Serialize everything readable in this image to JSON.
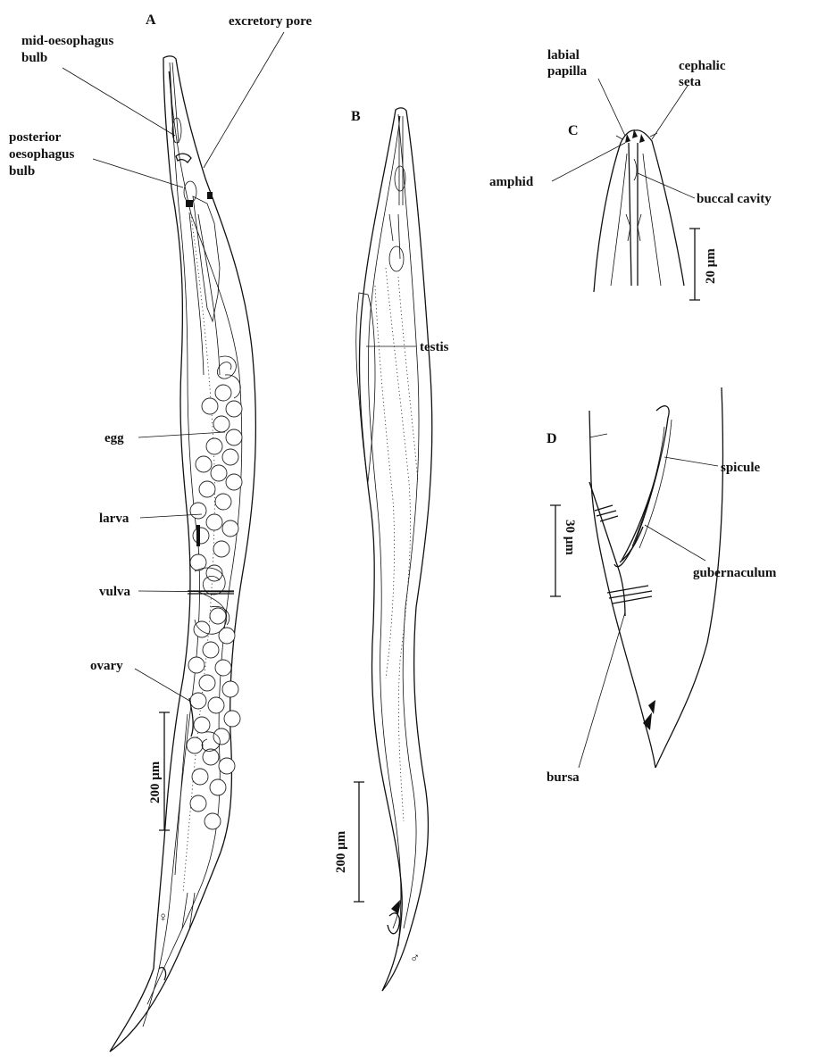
{
  "panels": {
    "a": "A",
    "b": "B",
    "c": "C",
    "d": "D"
  },
  "labels": {
    "excretory_pore": "excretory pore",
    "mid_oesophagus_1": "mid-oesophagus",
    "mid_oesophagus_2": "bulb",
    "posterior_1": "posterior",
    "posterior_2": "oesophagus",
    "posterior_3": "bulb",
    "egg": "egg",
    "larva": "larva",
    "vulva": "vulva",
    "ovary": "ovary",
    "testis": "testis",
    "labial_1": "labial",
    "labial_2": "papilla",
    "cephalic_1": "cephalic",
    "cephalic_2": "seta",
    "amphid": "amphid",
    "buccal_cavity": "buccal cavity",
    "spicule": "spicule",
    "gubernaculum": "gubernaculum",
    "bursa": "bursa"
  },
  "scale_bars": {
    "a": "200 μm",
    "b": "200 μm",
    "c": "20 μm",
    "d": "30 μm"
  },
  "sex_symbols": {
    "female": "♀",
    "male": "♂"
  }
}
